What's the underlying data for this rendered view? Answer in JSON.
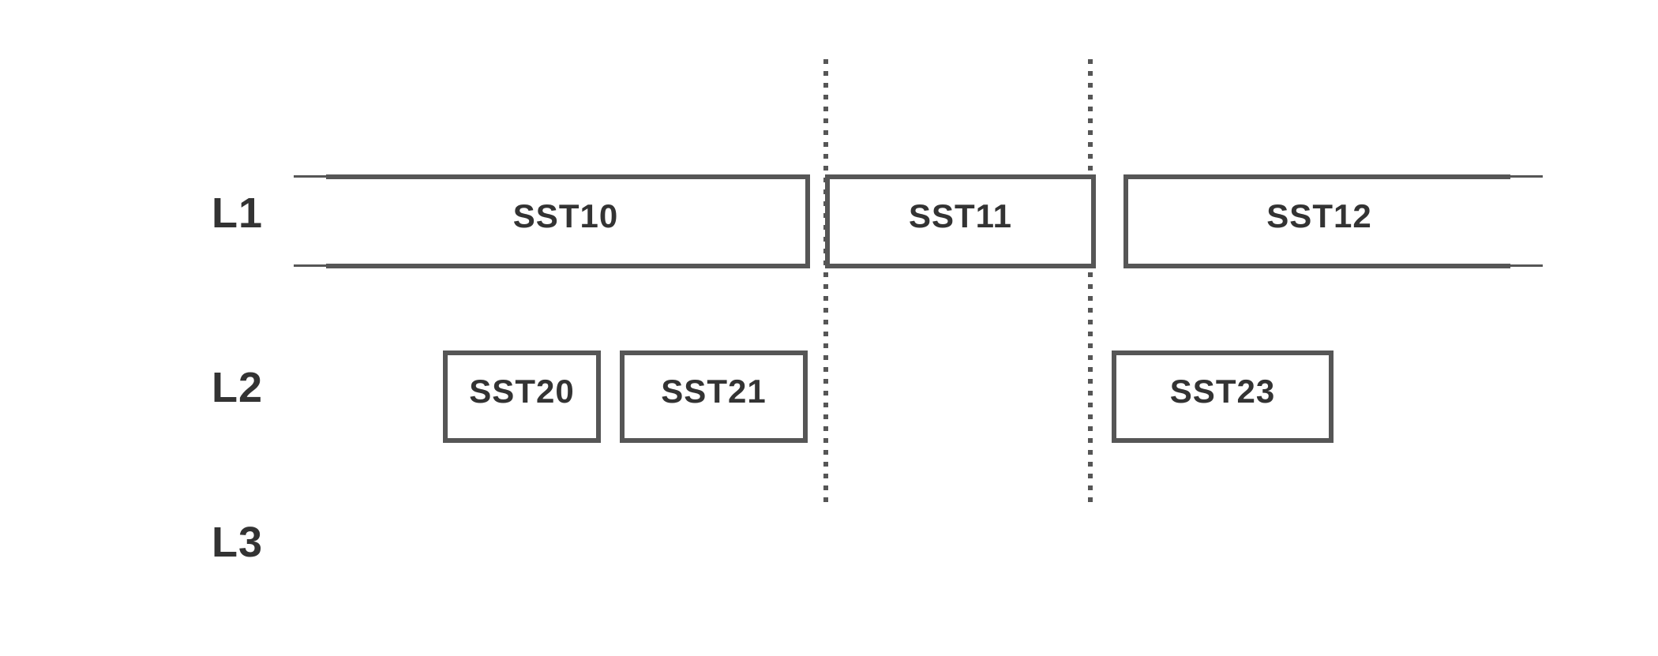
{
  "diagram": {
    "lanes": [
      {
        "label": "L1",
        "boxes": [
          {
            "label": "SST10",
            "open_left": true
          },
          {
            "label": "SST11"
          },
          {
            "label": "SST12",
            "open_right": true
          }
        ]
      },
      {
        "label": "L2",
        "boxes": [
          {
            "label": "SST20"
          },
          {
            "label": "SST21"
          },
          {
            "label": "SST23"
          }
        ]
      },
      {
        "label": "L3",
        "boxes": []
      }
    ],
    "separators": [
      {
        "style": "dotted-vertical"
      },
      {
        "style": "dotted-vertical"
      }
    ],
    "colors": {
      "line": "#565656",
      "text": "#333333",
      "background": "#ffffff"
    }
  }
}
